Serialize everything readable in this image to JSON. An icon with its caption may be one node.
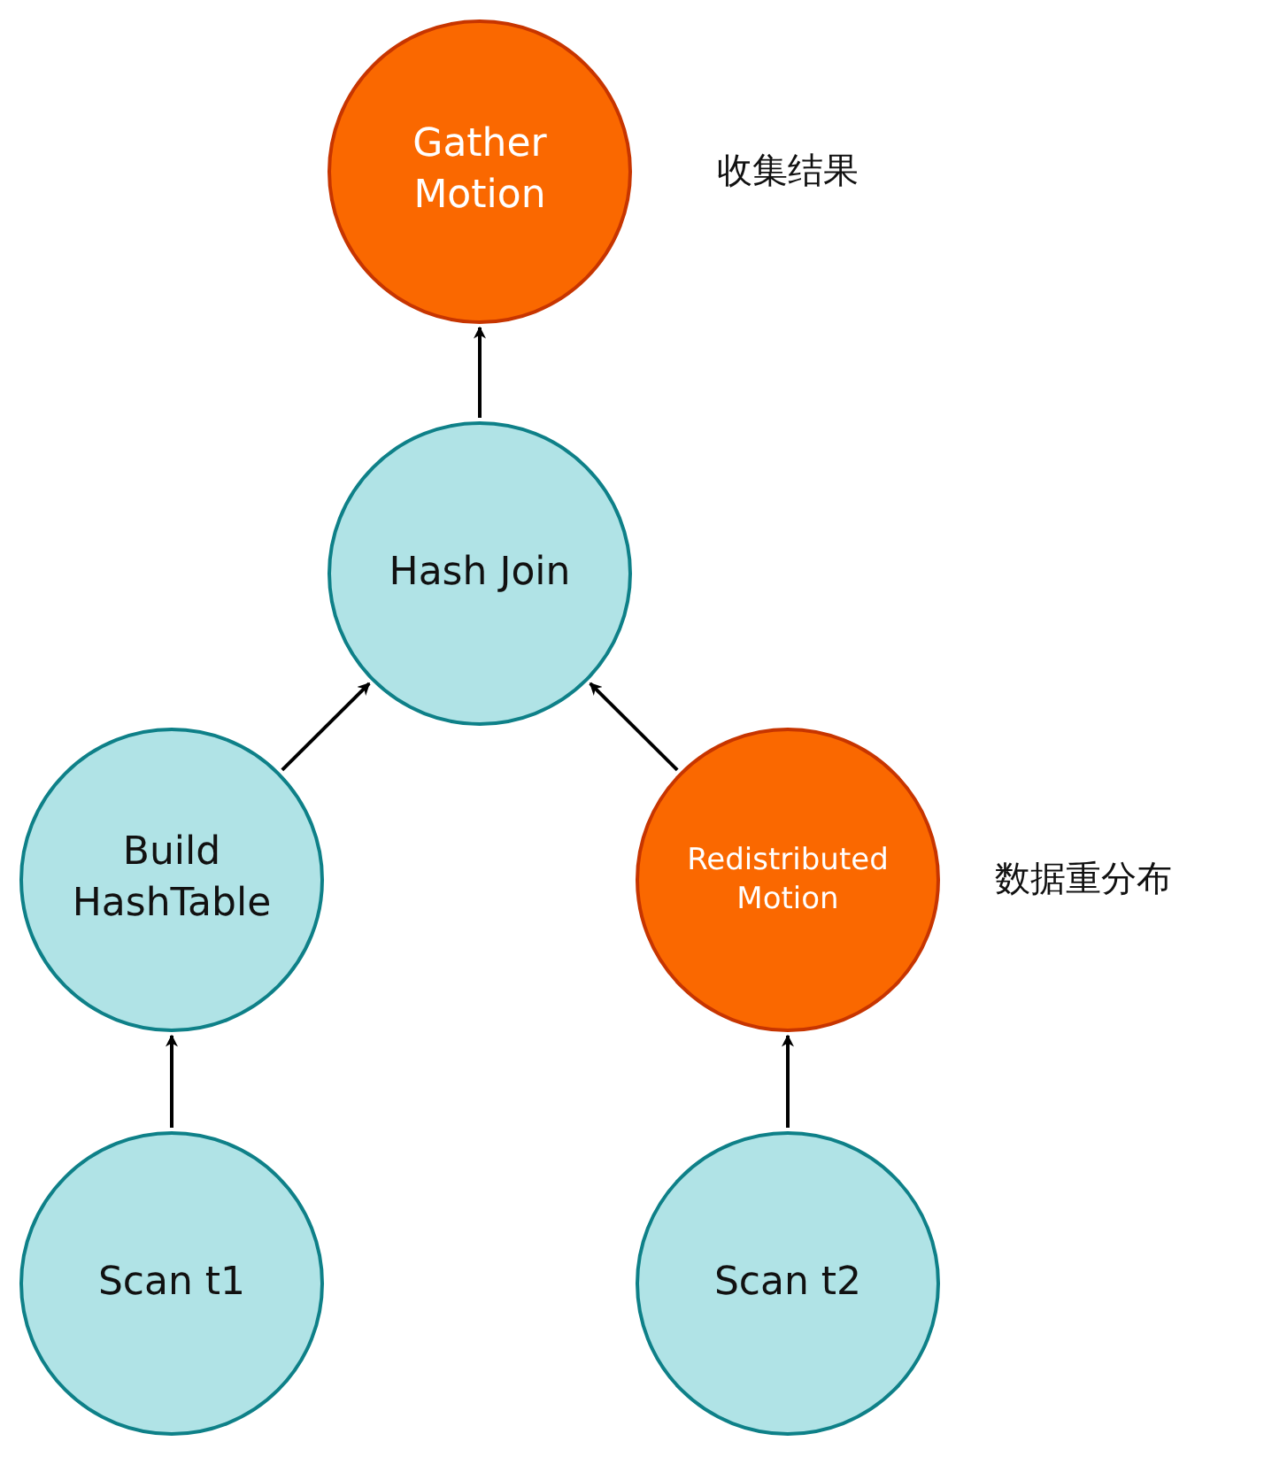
{
  "diagram": {
    "nodes": [
      {
        "text": [
          "Gather Motion"
        ],
        "beside": [
          "收集结果"
        ]
      },
      {
        "text": [
          "Hash Join"
        ]
      },
      {
        "text": [
          "Build HashTable"
        ]
      },
      {
        "text": [
          "Redistributed Motion"
        ],
        "beside": [
          "数据重分布"
        ]
      },
      {
        "text": [
          "Scan t1"
        ]
      },
      {
        "text": [
          "Scan t2"
        ]
      }
    ],
    "edges": [
      {
        "from": 1,
        "to": 0,
        "arrow": "to"
      },
      {
        "from": 2,
        "to": 1,
        "arrow": "to"
      },
      {
        "from": 3,
        "to": 1,
        "arrow": "to"
      },
      {
        "from": 4,
        "to": 2,
        "arrow": "to"
      },
      {
        "from": 5,
        "to": 3,
        "arrow": "to"
      }
    ]
  }
}
